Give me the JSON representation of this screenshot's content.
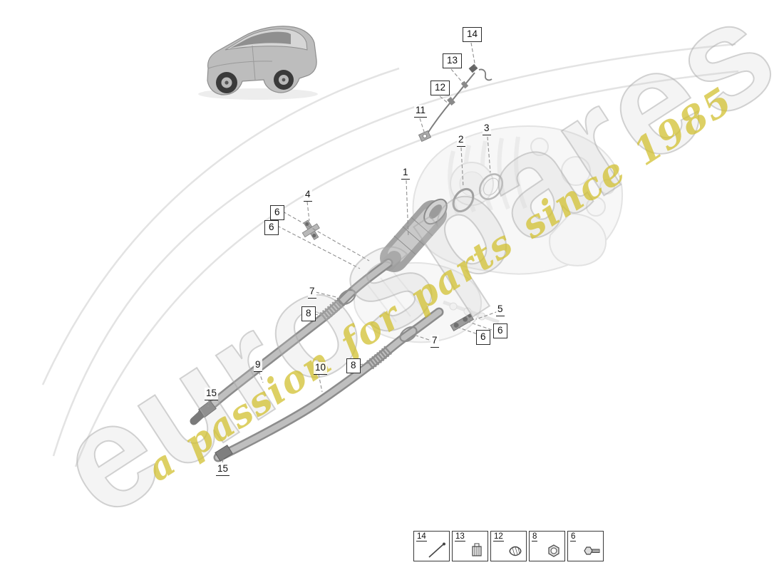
{
  "watermark": {
    "brand": "eurospares",
    "tagline": "a passion for parts since 1985",
    "brand_color": "#cdcdcd",
    "tagline_color": "#d2c030"
  },
  "callouts": [
    {
      "label": "14",
      "boxed": true
    },
    {
      "label": "13",
      "boxed": true
    },
    {
      "label": "12",
      "boxed": true
    },
    {
      "label": "11",
      "boxed": false
    },
    {
      "label": "2",
      "boxed": false
    },
    {
      "label": "3",
      "boxed": false
    },
    {
      "label": "1",
      "boxed": false
    },
    {
      "label": "4",
      "boxed": false
    },
    {
      "label": "6",
      "boxed": true
    },
    {
      "label": "6",
      "boxed": true
    },
    {
      "label": "7",
      "boxed": false
    },
    {
      "label": "8",
      "boxed": true
    },
    {
      "label": "5",
      "boxed": false
    },
    {
      "label": "6",
      "boxed": true
    },
    {
      "label": "6",
      "boxed": true
    },
    {
      "label": "7",
      "boxed": false
    },
    {
      "label": "8",
      "boxed": true
    },
    {
      "label": "9",
      "boxed": false
    },
    {
      "label": "10",
      "boxed": false
    },
    {
      "label": "15",
      "boxed": false
    },
    {
      "label": "15",
      "boxed": false
    }
  ],
  "legend": {
    "items": [
      {
        "label": "14",
        "icon": "sensor-cable-icon"
      },
      {
        "label": "13",
        "icon": "clamp-icon"
      },
      {
        "label": "12",
        "icon": "clip-icon"
      },
      {
        "label": "8",
        "icon": "nut-icon"
      },
      {
        "label": "6",
        "icon": "bolt-icon"
      }
    ]
  }
}
